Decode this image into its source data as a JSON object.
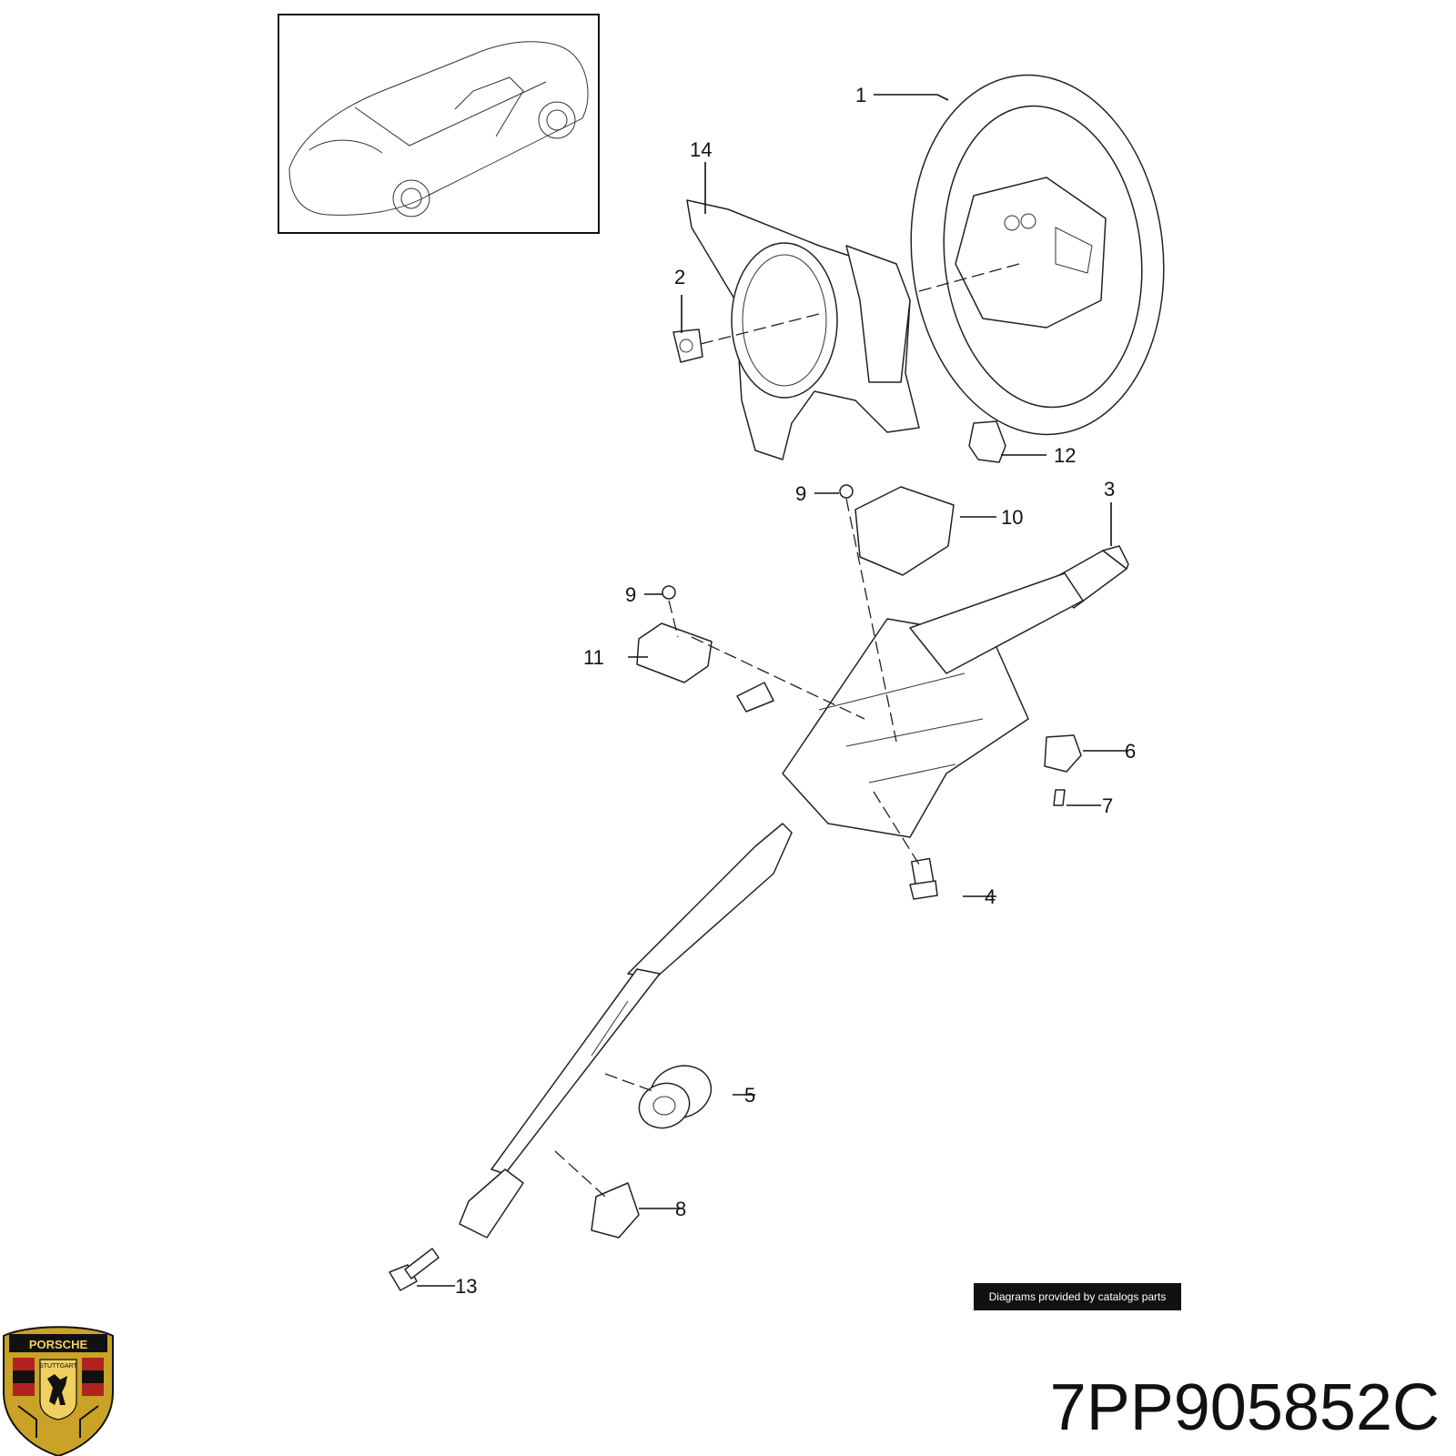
{
  "part_number": "7PP905852C",
  "credit": "Diagrams provided by catalogs parts",
  "brand": {
    "crest_text": "PORSCHE",
    "city_text": "STUTTGART"
  },
  "callouts": [
    "1",
    "2",
    "3",
    "4",
    "5",
    "6",
    "7",
    "8",
    "9",
    "9",
    "10",
    "11",
    "12",
    "13",
    "14"
  ]
}
